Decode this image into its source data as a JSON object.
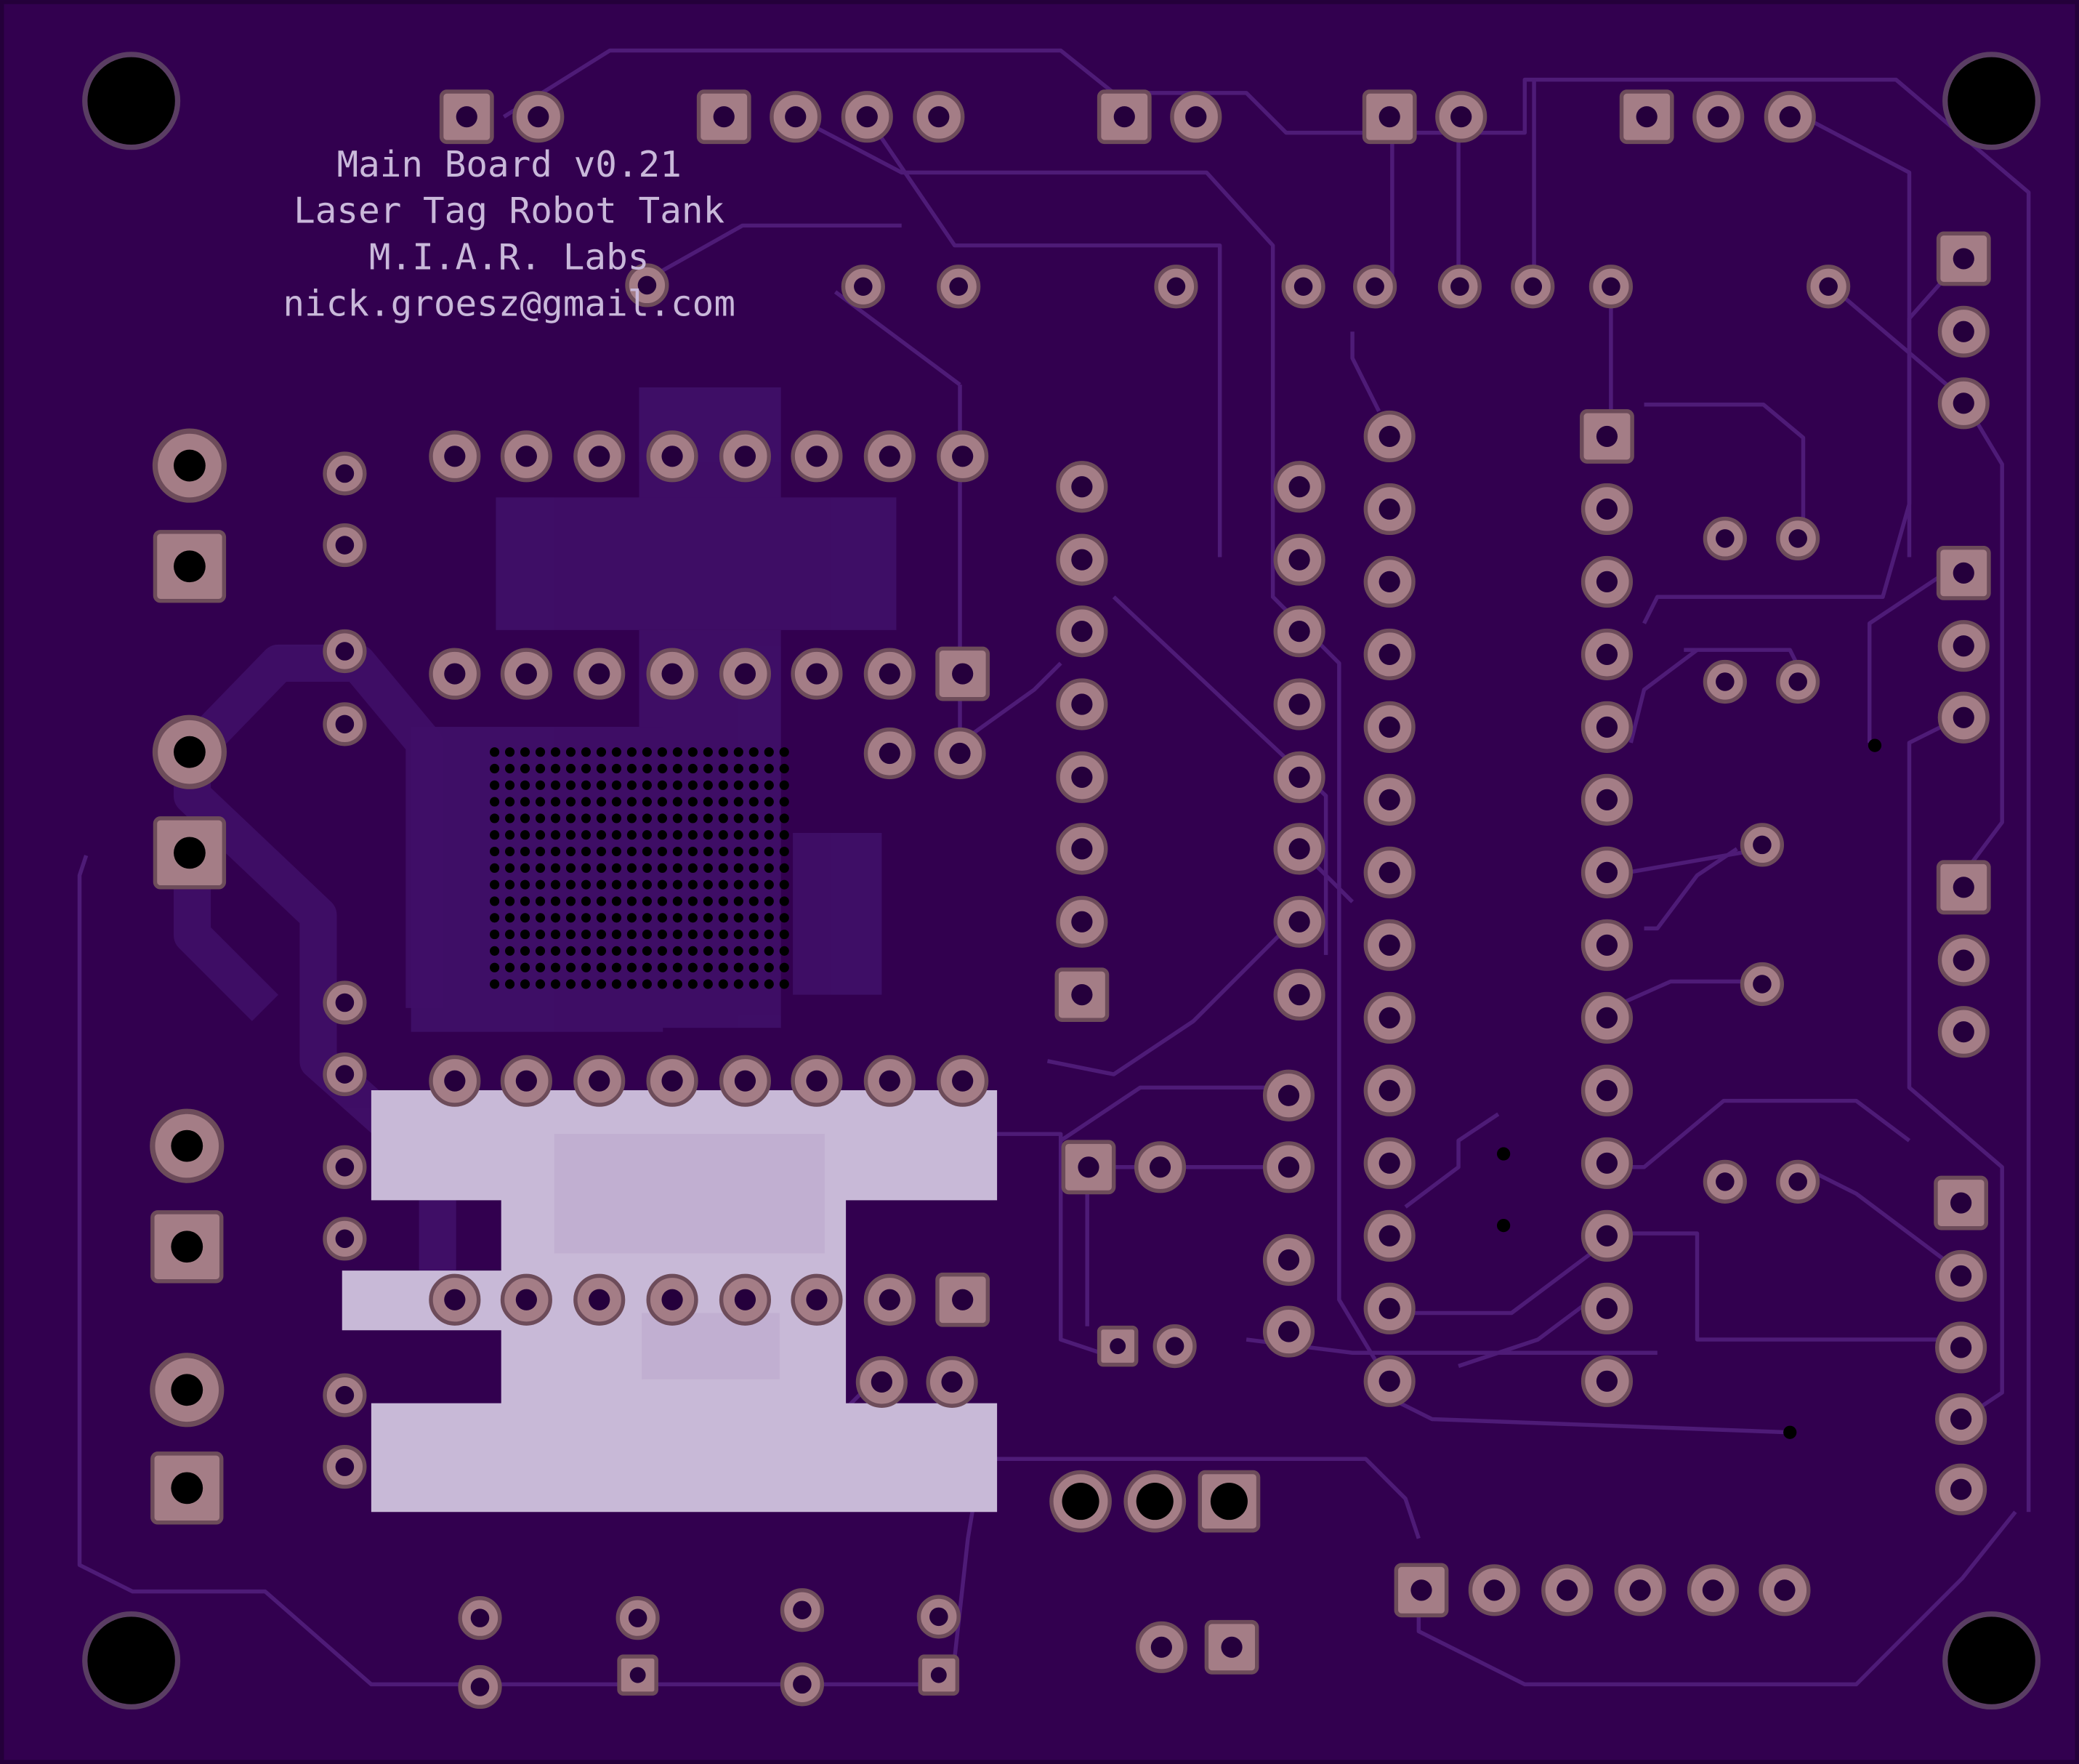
{
  "silkscreen": {
    "line1": "Main Board v0.21",
    "line2": "Laser Tag Robot Tank",
    "line3": "M.I.A.R. Labs",
    "line4": "nick.groesz@gmail.com"
  },
  "colors": {
    "substrate": "#32004f",
    "edge": "#24003a",
    "trace": "#4b1673",
    "copper_fill": "#451a6c",
    "pad": "#a47d86",
    "pad_ring": "#6d4c5a",
    "hole": "#25003c",
    "mount_hole": "#000000",
    "silk_text": "#c9b8da",
    "silk_block": "#c8b9d7"
  },
  "icons": {
    "mounting_hole": "circle-black",
    "through_hole_pad": "circle-pad",
    "square_pad": "square-pad"
  }
}
